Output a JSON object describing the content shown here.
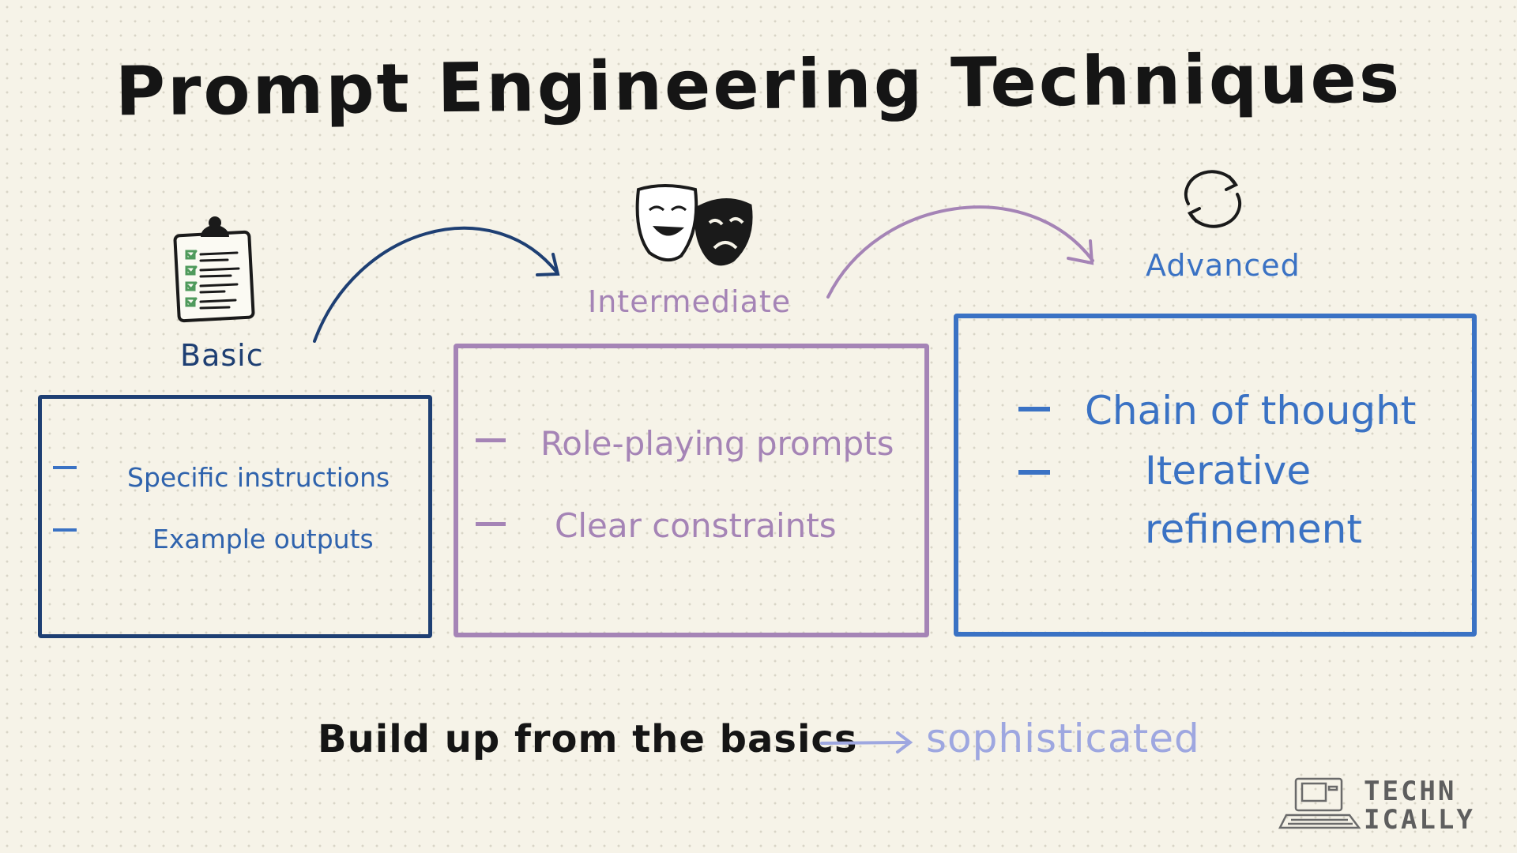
{
  "title": "Prompt Engineering Techniques",
  "levels": [
    {
      "label": "Basic",
      "icon": "clipboard-checklist-icon",
      "color": "#1e3f73",
      "items": [
        "Specific instructions",
        "Example outputs"
      ]
    },
    {
      "label": "Intermediate",
      "icon": "theater-masks-icon",
      "color": "#a584b6",
      "items": [
        "Role-playing prompts",
        "Clear constraints"
      ]
    },
    {
      "label": "Advanced",
      "icon": "cycle-arrows-icon",
      "color": "#3a72c4",
      "items": [
        "Chain of thought",
        "Iterative refinement"
      ],
      "item_lines": [
        [
          "Chain of thought"
        ],
        [
          "Iterative",
          "refinement"
        ]
      ]
    }
  ],
  "footer": {
    "text": "Build up from the basics",
    "arrow_icon": "right-arrow-icon",
    "emphasis": "sophisticated",
    "emphasis_color": "#9ea7e0"
  },
  "logo": {
    "lines": [
      "TECHN",
      "ICALLY"
    ],
    "icon": "retro-computer-icon"
  }
}
